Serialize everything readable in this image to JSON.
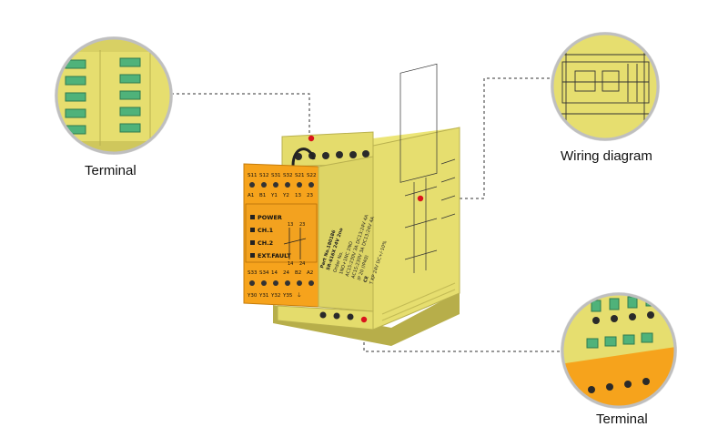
{
  "callouts": {
    "terminal_top": {
      "label": "Terminal"
    },
    "wiring": {
      "label": "Wiring diagram"
    },
    "terminal_bottom": {
      "label": "Terminal"
    }
  },
  "device": {
    "top_terminals": [
      "S11",
      "S12",
      "S31",
      "S32",
      "S21",
      "S22"
    ],
    "top_terminals_row2": [
      "A1",
      "B1",
      "Y1",
      "Y2",
      "13",
      "23"
    ],
    "leds": [
      "POWER",
      "CH.1",
      "CH.2",
      "EXT.FAULT"
    ],
    "contact_labels": [
      "13",
      "23",
      "14",
      "24"
    ],
    "bottom_terminals": [
      "S33",
      "S34",
      "14",
      "24",
      "B2",
      "A2"
    ],
    "bottom_terminals_row2": [
      "Y30",
      "Y31",
      "Y32",
      "Y35",
      "⏚"
    ],
    "side_text": [
      "Part No.180186",
      "SR-616X 24V 2no",
      "Order No.",
      "1NO+1NC 2NO",
      "AC15:230V 3A DC13:24V 4A",
      "AC15:230V 3A DC13:24V 4A",
      "IP 20 (IP40)",
      "CE",
      "T   KP 24V DC+/-10%"
    ]
  },
  "colors": {
    "housing": "#e3db72",
    "housing_dark": "#c9c15a",
    "face_orange": "#f6a31c",
    "callout_line": "#333333",
    "marker": "#d9141c"
  }
}
